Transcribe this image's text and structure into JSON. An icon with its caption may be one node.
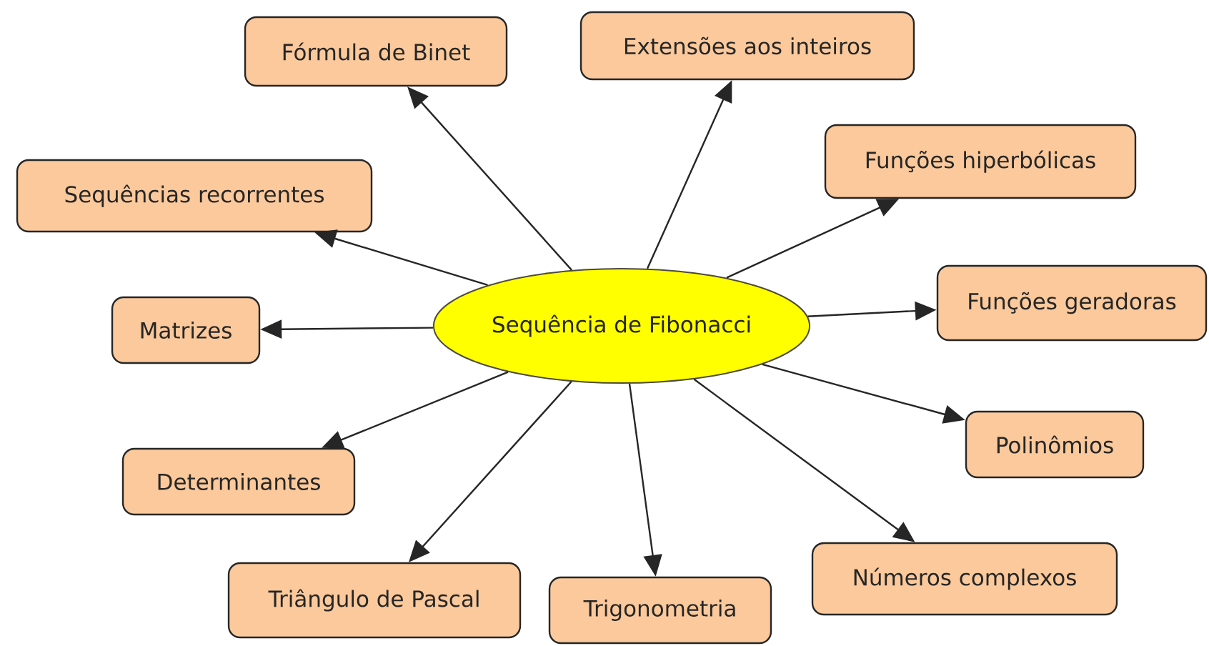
{
  "diagram": {
    "nodes": [
      {
        "text": [
          "Sequência de Fibonacci"
        ]
      },
      {
        "text": [
          "Fórmula de Binet"
        ]
      },
      {
        "text": [
          "Extensões aos inteiros"
        ]
      },
      {
        "text": [
          "Sequências recorrentes"
        ]
      },
      {
        "text": [
          "Funções hiperbólicas"
        ]
      },
      {
        "text": [
          "Matrizes"
        ]
      },
      {
        "text": [
          "Funções geradoras"
        ]
      },
      {
        "text": [
          "Polinômios"
        ]
      },
      {
        "text": [
          "Determinantes"
        ]
      },
      {
        "text": [
          "Números complexos"
        ]
      },
      {
        "text": [
          "Triângulo de Pascal"
        ]
      },
      {
        "text": [
          "Trigonometria"
        ]
      }
    ],
    "edges": [
      {
        "from": 0,
        "to": 1,
        "arrow": "to"
      },
      {
        "from": 0,
        "to": 2,
        "arrow": "to"
      },
      {
        "from": 0,
        "to": 3,
        "arrow": "to"
      },
      {
        "from": 0,
        "to": 4,
        "arrow": "to"
      },
      {
        "from": 0,
        "to": 5,
        "arrow": "to"
      },
      {
        "from": 0,
        "to": 6,
        "arrow": "to"
      },
      {
        "from": 0,
        "to": 7,
        "arrow": "to"
      },
      {
        "from": 0,
        "to": 8,
        "arrow": "to"
      },
      {
        "from": 0,
        "to": 9,
        "arrow": "to"
      },
      {
        "from": 0,
        "to": 10,
        "arrow": "to"
      },
      {
        "from": 0,
        "to": 11,
        "arrow": "to"
      }
    ]
  }
}
